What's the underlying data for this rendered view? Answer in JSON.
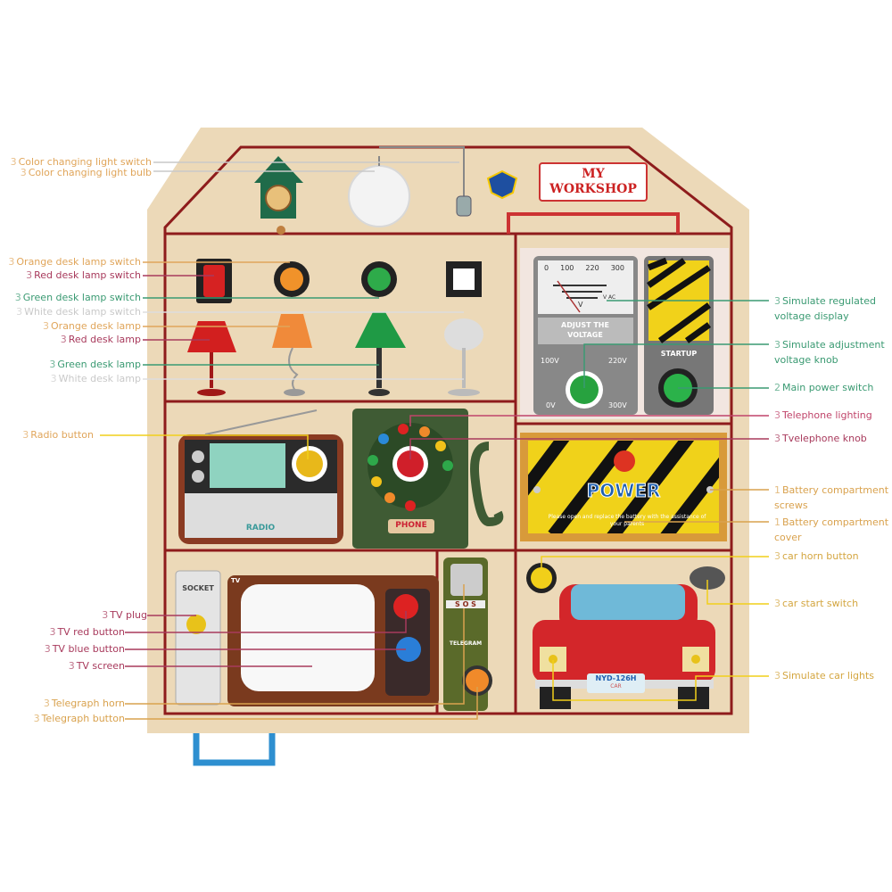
{
  "labels": {
    "left": [
      {
        "n": "3",
        "text": "Color changing light switch",
        "color": "#e0a55a"
      },
      {
        "n": "3",
        "text": "Color changing light bulb",
        "color": "#e0a55a"
      },
      {
        "n": "3",
        "text": "Orange desk lamp switch",
        "color": "#e0a55a"
      },
      {
        "n": "3",
        "text": "Red desk lamp switch",
        "color": "#a83a5c"
      },
      {
        "n": "3",
        "text": "Green desk lamp switch",
        "color": "#3a9a72"
      },
      {
        "n": "3",
        "text": "White desk lamp switch",
        "color": "#c9c9c9"
      },
      {
        "n": "3",
        "text": "Orange desk lamp",
        "color": "#e0a55a"
      },
      {
        "n": "3",
        "text": "Red desk lamp",
        "color": "#a83a5c"
      },
      {
        "n": "3",
        "text": "Green desk lamp",
        "color": "#3a9a72"
      },
      {
        "n": "3",
        "text": "White desk lamp",
        "color": "#c9c9c9"
      },
      {
        "n": "3",
        "text": "Radio button",
        "color": "#e0a55a"
      },
      {
        "n": "3",
        "text": "TV plug",
        "color": "#a83a5c"
      },
      {
        "n": "3",
        "text": "TV red button",
        "color": "#a83a5c"
      },
      {
        "n": "3",
        "text": "TV blue button",
        "color": "#a83a5c"
      },
      {
        "n": "3",
        "text": "TV screen",
        "color": "#a83a5c"
      },
      {
        "n": "3",
        "text": "Telegraph horn",
        "color": "#d9a24e"
      },
      {
        "n": "3",
        "text": "Telegraph button",
        "color": "#d9a24e"
      }
    ],
    "right": [
      {
        "n": "3",
        "text": "Simulate regulated voltage display",
        "color": "#3a9a72"
      },
      {
        "n": "3",
        "text": "Simulate adjustment voltage knob",
        "color": "#3a9a72"
      },
      {
        "n": "2",
        "text": "Main power switch",
        "color": "#3a9a72"
      },
      {
        "n": "3",
        "text": "Telephone lighting",
        "color": "#c0446a"
      },
      {
        "n": "3",
        "text": "Tvelephone knob",
        "color": "#a83a5c"
      },
      {
        "n": "1",
        "text": "Battery compartment screws",
        "color": "#d9a24e"
      },
      {
        "n": "1",
        "text": "Battery compartment cover",
        "color": "#d9a24e"
      },
      {
        "n": "3",
        "text": "car horn button",
        "color": "#d4a640"
      },
      {
        "n": "3",
        "text": "car start switch",
        "color": "#d4a640"
      },
      {
        "n": "3",
        "text": "Simulate car lights",
        "color": "#d4a640"
      }
    ]
  },
  "board": {
    "sign": "MY WORKSHOP",
    "meter": {
      "ticks": [
        "0",
        "100",
        "220",
        "300"
      ],
      "unit": "V",
      "unit_ac": "V AC",
      "caption": "ADJUST THE VOLTAGE"
    },
    "knob": {
      "tl": "100V",
      "tr": "220V",
      "bl": "0V",
      "br": "300V"
    },
    "startup": "STARTUP",
    "power": "POWER",
    "warning": "Please open and replace the battery with the assistance of your parents",
    "radio": "RADIO",
    "phone": "PHONE",
    "socket": "SOCKET",
    "tv": "TV",
    "sos": "S O S",
    "telegram": "TELEGRAM",
    "plate": "NYD-126H",
    "plate_sub": "CAR"
  }
}
